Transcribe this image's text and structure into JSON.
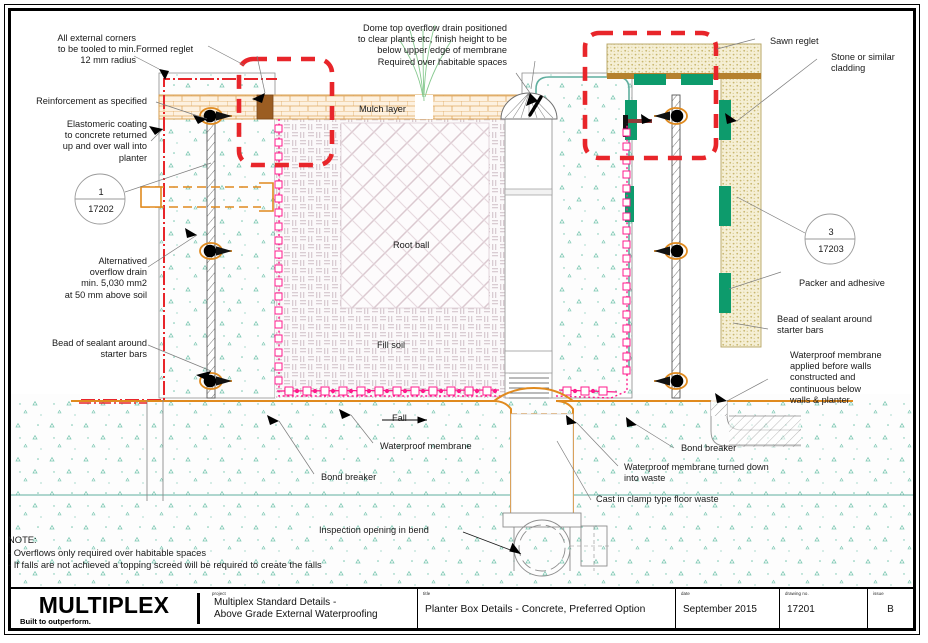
{
  "drawing": {
    "callouts_left": [
      {
        "id": "corners",
        "text": "All external corners\nto be tooled to min.\n12 mm radius"
      },
      {
        "id": "reinforcement",
        "text": "Reinforcement as specified"
      },
      {
        "id": "elastomeric",
        "text": "Elastomeric coating\nto concrete returned\nup and over wall into\nplanter"
      },
      {
        "id": "alt-overflow",
        "text": "Alternatived\noverflow drain\nmin. 5,030 mm2\nat 50 mm above soil"
      },
      {
        "id": "sealant-left",
        "text": "Bead of sealant around\nstarter bars"
      }
    ],
    "callouts_top": [
      {
        "id": "formed-reglet",
        "text": "Formed reglet"
      },
      {
        "id": "dome-drain",
        "text": "Dome top overflow drain positioned\nto clear plants etc, finish height to be\nbelow upper edge of membrane\nRequired over habitable spaces"
      },
      {
        "id": "sawn-reglet",
        "text": "Sawn reglet"
      },
      {
        "id": "stone-cladding",
        "text": "Stone or similar\ncladding"
      }
    ],
    "callouts_right": [
      {
        "id": "packer",
        "text": "Packer and adhesive"
      },
      {
        "id": "sealant-right",
        "text": "Bead of sealant around\nstarter bars"
      },
      {
        "id": "membrane-walls",
        "text": "Waterproof membrane\napplied before walls\nconstructed and\ncontinuous below\nwalls & planter"
      }
    ],
    "callouts_bottom": [
      {
        "id": "fall",
        "text": "Fall"
      },
      {
        "id": "waterproof-membrane",
        "text": "Waterproof membrane"
      },
      {
        "id": "bond-breaker-left",
        "text": "Bond breaker"
      },
      {
        "id": "bond-breaker-right",
        "text": "Bond breaker"
      },
      {
        "id": "membrane-waste",
        "text": "Waterproof membrane turned down\ninto waste"
      },
      {
        "id": "floor-waste",
        "text": "Cast in clamp type floor waste"
      },
      {
        "id": "inspection",
        "text": "Inspection opening in bend"
      }
    ],
    "material_labels": [
      {
        "id": "mulch",
        "text": "Mulch layer"
      },
      {
        "id": "root-ball",
        "text": "Root ball"
      },
      {
        "id": "fill-soil",
        "text": "Fill soil"
      }
    ],
    "detail_bubbles": [
      {
        "id": "bubble-1",
        "detail": "1",
        "sheet": "17202"
      },
      {
        "id": "bubble-3",
        "detail": "3",
        "sheet": "17203"
      }
    ],
    "note": "NOTE:\n- Overflows only required over habitable spaces\n- If falls are not achieved a topping screed will be required to create the falls",
    "colors": {
      "highlight_red": "#e8252a",
      "membrane_pink": "#ff1a8c",
      "accent_orange": "#e08a1e",
      "cladding_tan": "#bfae6a",
      "mulch_tan": "#d79a45",
      "green_packer": "#0d9b6c",
      "concrete_teal": "#5fae9e"
    }
  },
  "titleblock": {
    "logo": {
      "name": "MULTIPLEX",
      "tagline": "Built to outperform."
    },
    "project": {
      "key": "project",
      "value_line1": "Multiplex Standard Details -",
      "value_line2": "Above Grade External Waterproofing"
    },
    "title": {
      "key": "title",
      "value": "Planter Box Details - Concrete, Preferred Option"
    },
    "date": {
      "key": "date",
      "value": "September 2015"
    },
    "drawing_no": {
      "key": "drawing no.",
      "value": "17201"
    },
    "issue": {
      "key": "issue",
      "value": "B"
    }
  }
}
